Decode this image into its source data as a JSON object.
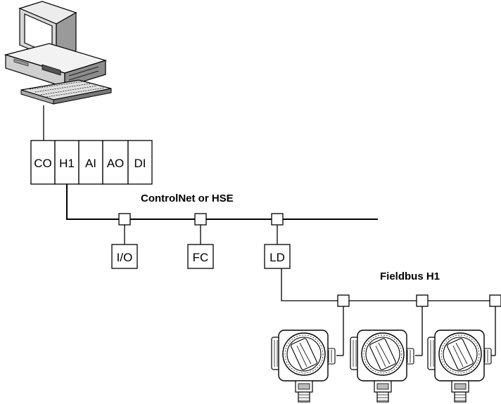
{
  "controller_modules": [
    "CO",
    "H1",
    "AI",
    "AO",
    "DI"
  ],
  "networks": {
    "upper": "ControlNet or HSE",
    "lower": "Fieldbus H1"
  },
  "devices": {
    "io": "I/O",
    "fc": "FC",
    "ld": "LD"
  },
  "field_instrument_count": 3
}
